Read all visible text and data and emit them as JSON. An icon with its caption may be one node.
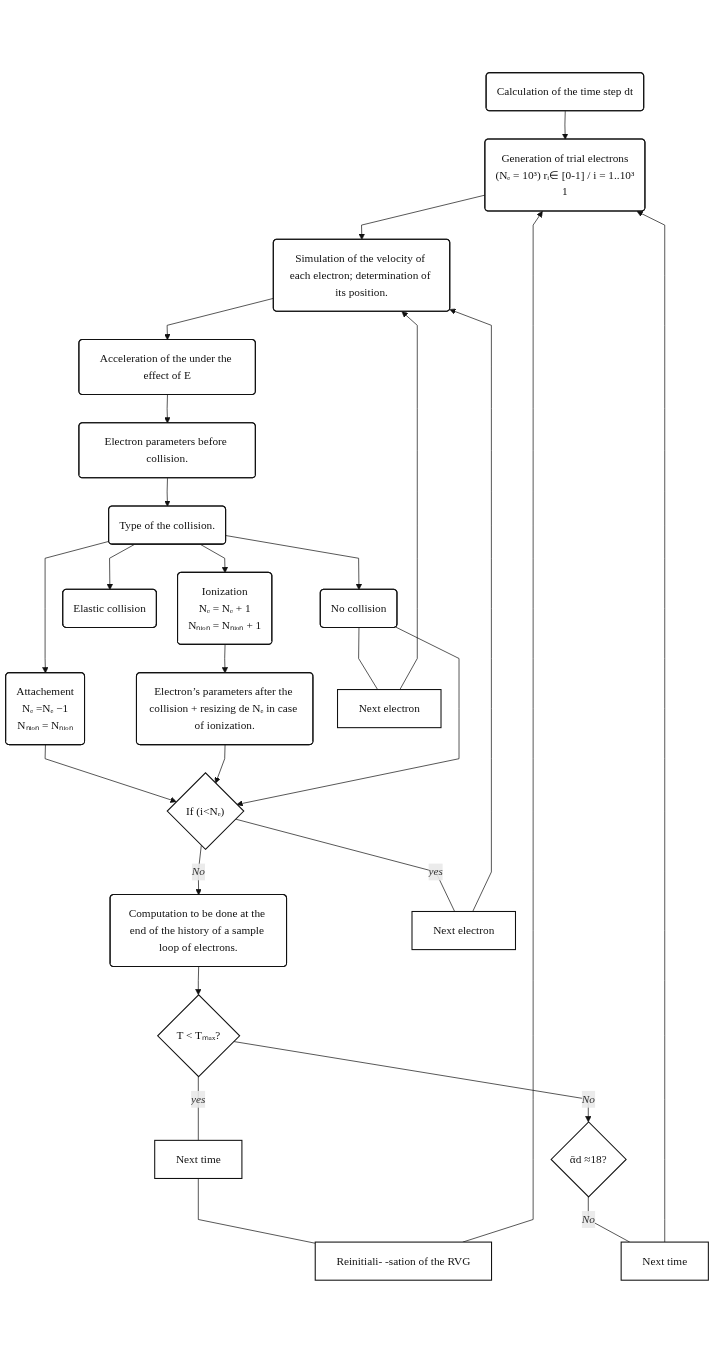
{
  "diagram": {
    "nodes": [
      {
        "text": [
          "Calculation of the time step dt"
        ]
      },
      {
        "text": [
          "Generation of trial electrons",
          "(Nₑ = 10³) rᵢ∈ [0-1] / i = 1..10³",
          "1"
        ]
      },
      {
        "text": [
          "Simulation of the velocity of each electron; determination of its position."
        ]
      },
      {
        "text": [
          "Acceleration of the under the effect of E"
        ]
      },
      {
        "text": [
          "Electron parameters before collision."
        ]
      },
      {
        "text": [
          "Type of the collision."
        ]
      },
      {
        "text": [
          "Attachement",
          "Nₑ =Nₑ −1",
          "Nₙᵢₒₙ = Nₙᵢₒₙ"
        ]
      },
      {
        "text": [
          "Ionization",
          "Nₑ = Nₑ + 1",
          "Nₙᵢₒₙ = Nₙᵢₒₙ + 1"
        ]
      },
      {
        "text": [
          "Elastic collision"
        ]
      },
      {
        "text": [
          "No collision"
        ]
      },
      {
        "text": [
          "Electron’s parameters after the collision + resizing de Nₑ in case of ionization."
        ]
      },
      {
        "text": [
          "If (i<Nₑ)"
        ]
      },
      {
        "text": [
          "Computation to be done at the end of the history of a sample loop of electrons."
        ]
      },
      {
        "text": [
          "T < Tₘₐₓ?"
        ]
      },
      {
        "text": [
          "ᾱd ≈18?"
        ]
      },
      {
        "text": [
          "Reinitiali- -sation of the RVG"
        ]
      },
      {
        "text": [
          "Next time"
        ]
      },
      {
        "text": [
          "Next electron"
        ]
      },
      {
        "text": [
          "Next electron"
        ]
      },
      {
        "text": [
          "Next time"
        ]
      }
    ],
    "edges": [
      {
        "from": 0,
        "to": 1,
        "arrow": "to"
      },
      {
        "from": 1,
        "to": 2,
        "arrow": "to"
      },
      {
        "from": 2,
        "to": 3,
        "arrow": "to"
      },
      {
        "from": 3,
        "to": 4,
        "arrow": "to"
      },
      {
        "from": 4,
        "to": 5,
        "arrow": "to"
      },
      {
        "from": 5,
        "to": 6,
        "arrow": "to"
      },
      {
        "from": 5,
        "to": 7,
        "arrow": "to"
      },
      {
        "from": 5,
        "to": 8,
        "arrow": "to"
      },
      {
        "from": 5,
        "to": 9,
        "arrow": "to"
      },
      {
        "from": 7,
        "to": 10,
        "arrow": "to"
      },
      {
        "from": 6,
        "to": 11,
        "arrow": "to"
      },
      {
        "from": 10,
        "to": 11,
        "arrow": "to"
      },
      {
        "from": 9,
        "to": 11,
        "arrow": "to"
      },
      {
        "from": 9,
        "to": 18,
        "arrow": "none"
      },
      {
        "from": 18,
        "to": 2,
        "arrow": "to"
      },
      {
        "from": 11,
        "to": 17,
        "label": "yes",
        "arrow": "none"
      },
      {
        "from": 17,
        "to": 2,
        "arrow": "to"
      },
      {
        "from": 11,
        "to": 12,
        "label": "No",
        "arrow": "to"
      },
      {
        "from": 12,
        "to": 13,
        "arrow": "to"
      },
      {
        "from": 13,
        "to": 16,
        "label": "yes",
        "arrow": "none"
      },
      {
        "from": 16,
        "to": 15,
        "arrow": "none"
      },
      {
        "from": 15,
        "to": 1,
        "arrow": "to"
      },
      {
        "from": 13,
        "to": 14,
        "label": "No",
        "arrow": "to"
      },
      {
        "from": 14,
        "to": 19,
        "label": "No",
        "arrow": "none"
      },
      {
        "from": 19,
        "to": 1,
        "arrow": "to"
      }
    ]
  }
}
